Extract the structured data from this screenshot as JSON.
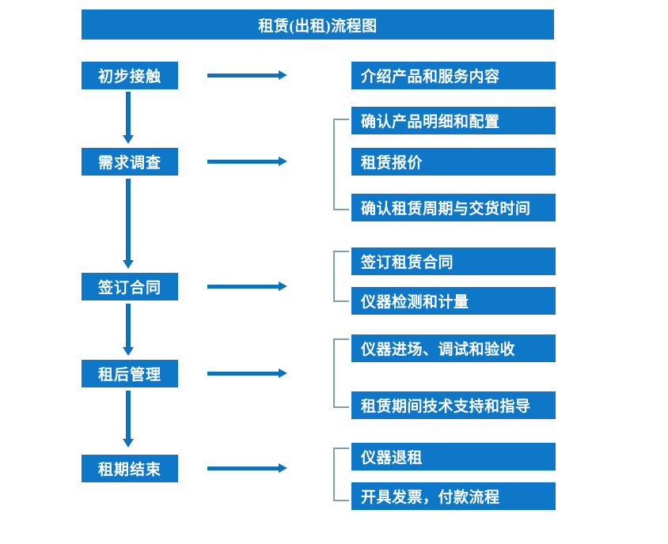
{
  "diagram": {
    "title": "租赁(出租)流程图",
    "colors": {
      "box_fill": "#0F77C8",
      "box_text": "#FFFFFF",
      "arrow": "#1071B8",
      "bracket": "#7D9CC0",
      "background": "#FFFFFF"
    },
    "stages": [
      {
        "id": "stage-1",
        "label": "初步接触",
        "arrow_label": "flow-arrow-right",
        "details": [
          {
            "label": "介绍产品和服务内容"
          }
        ],
        "bracket": false
      },
      {
        "id": "stage-2",
        "label": "需求调查",
        "arrow_label": "flow-arrow-right",
        "details": [
          {
            "label": "确认产品明细和配置"
          },
          {
            "label": "租赁报价"
          },
          {
            "label": "确认租赁周期与交货时间"
          }
        ],
        "bracket": true
      },
      {
        "id": "stage-3",
        "label": "签订合同",
        "arrow_label": "flow-arrow-right",
        "details": [
          {
            "label": "签订租赁合同"
          },
          {
            "label": "仪器检测和计量"
          }
        ],
        "bracket": true
      },
      {
        "id": "stage-4",
        "label": "租后管理",
        "arrow_label": "flow-arrow-right",
        "details": [
          {
            "label": "仪器进场、调试和验收"
          },
          {
            "label": "租赁期间技术支持和指导"
          }
        ],
        "bracket": true
      },
      {
        "id": "stage-5",
        "label": "租期结束",
        "arrow_label": "flow-arrow-right",
        "details": [
          {
            "label": "仪器退租"
          },
          {
            "label": "开具发票，付款流程"
          }
        ],
        "bracket": true
      }
    ],
    "connectors": {
      "down_arrows": 4,
      "right_arrows": 5
    }
  }
}
